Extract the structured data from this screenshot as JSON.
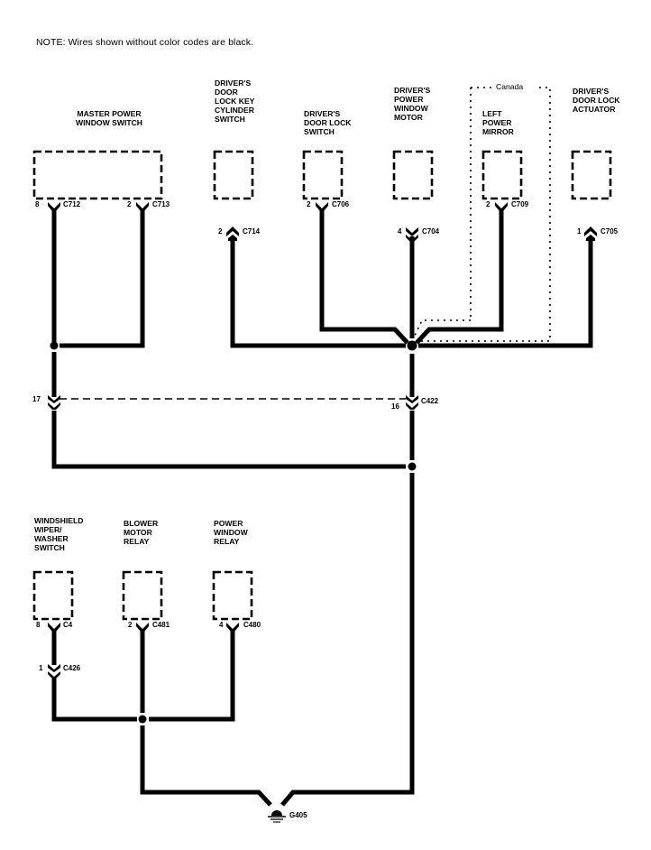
{
  "note": "NOTE: Wires shown without color codes are black.",
  "wire_color": "#000000",
  "region_labels": {
    "canada": "Canada"
  },
  "components": [
    {
      "id": "master_power_window_switch",
      "label": "MASTER POWER\nWINDOW SWITCH"
    },
    {
      "id": "drivers_door_lock_key_cylinder_switch",
      "label": "DRIVER'S\nDOOR\nLOCK KEY\nCYLINDER\nSWITCH"
    },
    {
      "id": "drivers_door_lock_switch",
      "label": "DRIVER'S\nDOOR LOCK\nSWITCH"
    },
    {
      "id": "drivers_power_window_motor",
      "label": "DRIVER'S\nPOWER\nWINDOW\nMOTOR"
    },
    {
      "id": "left_power_mirror",
      "label": "LEFT\nPOWER\nMIRROR"
    },
    {
      "id": "drivers_door_lock_actuator",
      "label": "DRIVER'S\nDOOR LOCK\nACTUATOR"
    },
    {
      "id": "windshield_wiper_washer_switch",
      "label": "WINDSHIELD\nWIPER/\nWASHER\nSWITCH"
    },
    {
      "id": "blower_motor_relay",
      "label": "BLOWER\nMOTOR\nRELAY"
    },
    {
      "id": "power_window_relay",
      "label": "POWER\nWINDOW\nRELAY"
    }
  ],
  "connectors": [
    {
      "id": "c712",
      "pin": "8",
      "name": "C712"
    },
    {
      "id": "c713",
      "pin": "2",
      "name": "C713"
    },
    {
      "id": "c714",
      "pin": "2",
      "name": "C714"
    },
    {
      "id": "c706",
      "pin": "2",
      "name": "C706"
    },
    {
      "id": "c704",
      "pin": "4",
      "name": "C704"
    },
    {
      "id": "c709",
      "pin": "2",
      "name": "C709"
    },
    {
      "id": "c705",
      "pin": "1",
      "name": "C705"
    },
    {
      "id": "c422_left",
      "pin": "17",
      "name": ""
    },
    {
      "id": "c422_right",
      "pin": "16",
      "name": "C422"
    },
    {
      "id": "c4",
      "pin": "8",
      "name": "C4"
    },
    {
      "id": "c481",
      "pin": "2",
      "name": "C481"
    },
    {
      "id": "c480",
      "pin": "4",
      "name": "C480"
    },
    {
      "id": "c426",
      "pin": "1",
      "name": "C426"
    }
  ],
  "ground": {
    "name": "G405"
  }
}
